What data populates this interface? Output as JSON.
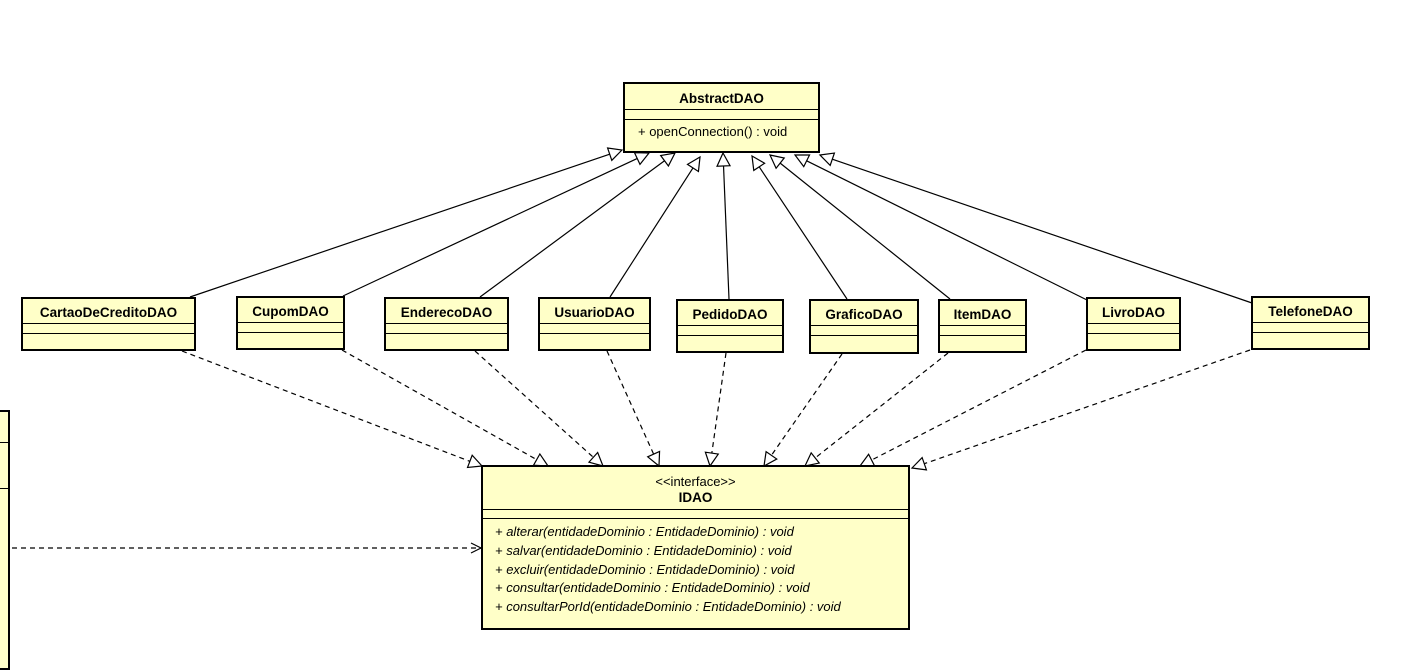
{
  "abstract_class": {
    "name": "AbstractDAO",
    "operations": [
      "+ openConnection() : void"
    ]
  },
  "dao_classes": [
    "CartaoDeCreditoDAO",
    "CupomDAO",
    "EnderecoDAO",
    "UsuarioDAO",
    "PedidoDAO",
    "GraficoDAO",
    "ItemDAO",
    "LivroDAO",
    "TelefoneDAO"
  ],
  "interface": {
    "stereotype": "<<interface>>",
    "name": "IDAO",
    "operations": [
      "+ alterar(entidadeDominio : EntidadeDominio) : void",
      "+ salvar(entidadeDominio : EntidadeDominio) : void",
      "+ excluir(entidadeDominio : EntidadeDominio) : void",
      "+ consultar(entidadeDominio : EntidadeDominio) : void",
      "+ consultarPorId(entidadeDominio : EntidadeDominio) : void"
    ]
  },
  "colors": {
    "class_fill": "#ffffc8",
    "line": "#000000",
    "background": "#ffffff"
  }
}
